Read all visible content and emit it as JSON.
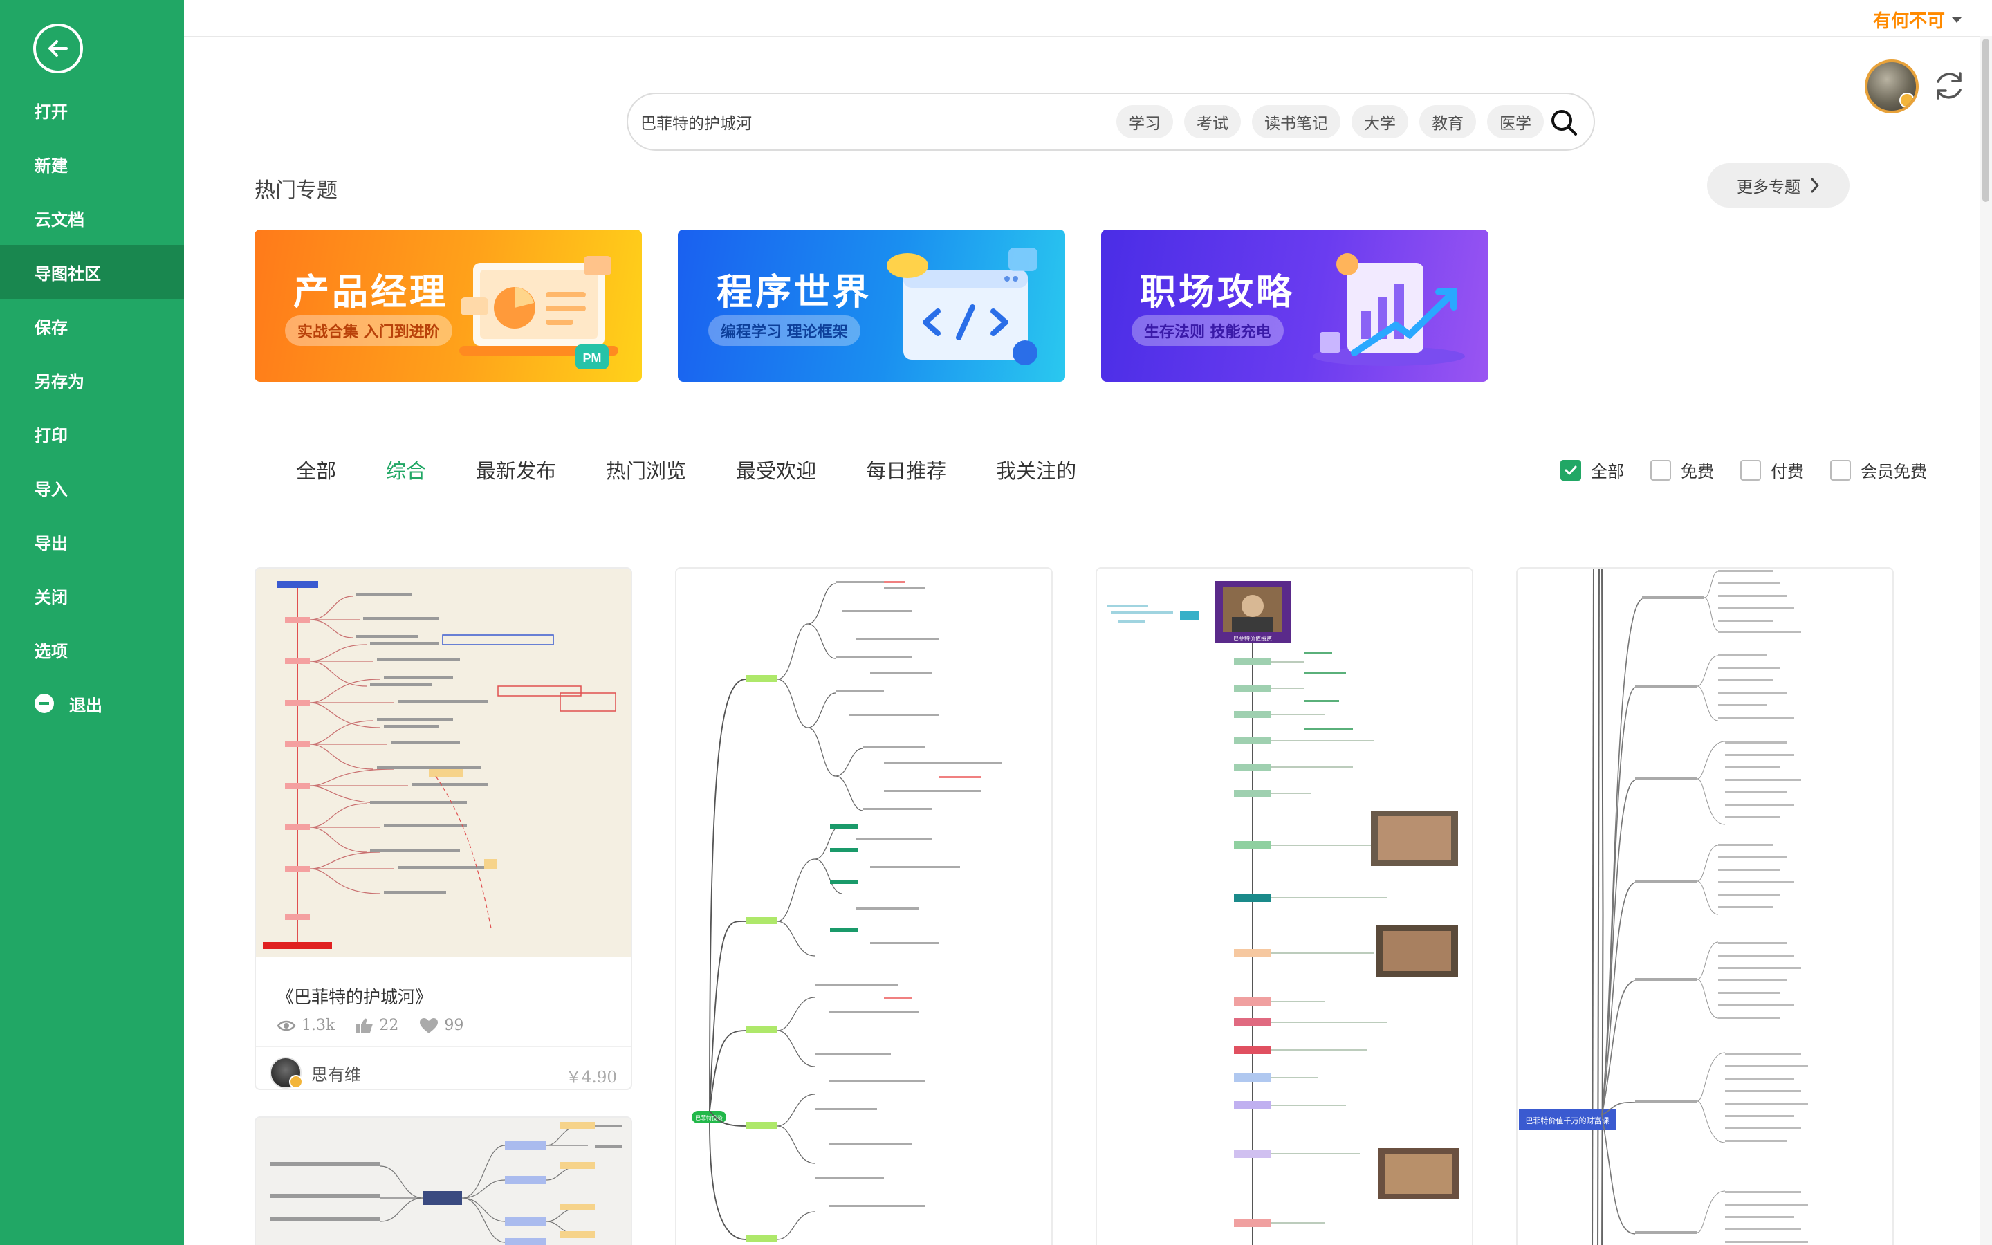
{
  "sidebar": {
    "back_icon": "arrow-left-circle-icon",
    "items": [
      {
        "id": "open",
        "label": "打开"
      },
      {
        "id": "new",
        "label": "新建"
      },
      {
        "id": "cloud",
        "label": "云文档"
      },
      {
        "id": "community",
        "label": "导图社区",
        "active": true
      },
      {
        "id": "save",
        "label": "保存"
      },
      {
        "id": "save-as",
        "label": "另存为"
      },
      {
        "id": "print",
        "label": "打印"
      },
      {
        "id": "import",
        "label": "导入"
      },
      {
        "id": "export",
        "label": "导出"
      },
      {
        "id": "close",
        "label": "关闭"
      },
      {
        "id": "options",
        "label": "选项"
      },
      {
        "id": "exit",
        "label": "退出",
        "icon": "minus-circle-icon"
      }
    ]
  },
  "header": {
    "username": "有何不可",
    "username_color": "#ff8a00"
  },
  "search": {
    "value": "巴菲特的护城河",
    "tags": [
      "学习",
      "考试",
      "读书笔记",
      "大学",
      "教育",
      "医学"
    ]
  },
  "hot_topics": {
    "title": "热门专题",
    "more_label": "更多专题",
    "banners": [
      {
        "title": "产品经理",
        "subtitle": "实战合集 入门到进阶",
        "badge": "PM",
        "colors": [
          "#ff7a1a",
          "#ffc21a"
        ]
      },
      {
        "title": "程序世界",
        "subtitle": "编程学习 理论框架",
        "colors": [
          "#1a6cf0",
          "#2ac3ef"
        ]
      },
      {
        "title": "职场攻略",
        "subtitle": "生存法则 技能充电",
        "colors": [
          "#4b2ee6",
          "#8b4ff0"
        ]
      }
    ]
  },
  "filters": {
    "tabs": [
      "全部",
      "综合",
      "最新发布",
      "热门浏览",
      "最受欢迎",
      "每日推荐",
      "我关注的"
    ],
    "active_tab": "综合",
    "checks": [
      {
        "label": "全部",
        "checked": true
      },
      {
        "label": "免费",
        "checked": false
      },
      {
        "label": "付费",
        "checked": false
      },
      {
        "label": "会员免费",
        "checked": false
      }
    ]
  },
  "cards": [
    {
      "title": "《巴菲特的护城河》",
      "views": "1.3k",
      "likes": "22",
      "favorites": "99",
      "author": "思有维",
      "price": "￥4.90"
    },
    {
      "center_label": "巴菲特投资"
    },
    {
      "center_label": "巴菲特价值投资"
    },
    {
      "center_label": "巴菲特价值千万的财富课"
    }
  ],
  "accent_color": "#21a765"
}
